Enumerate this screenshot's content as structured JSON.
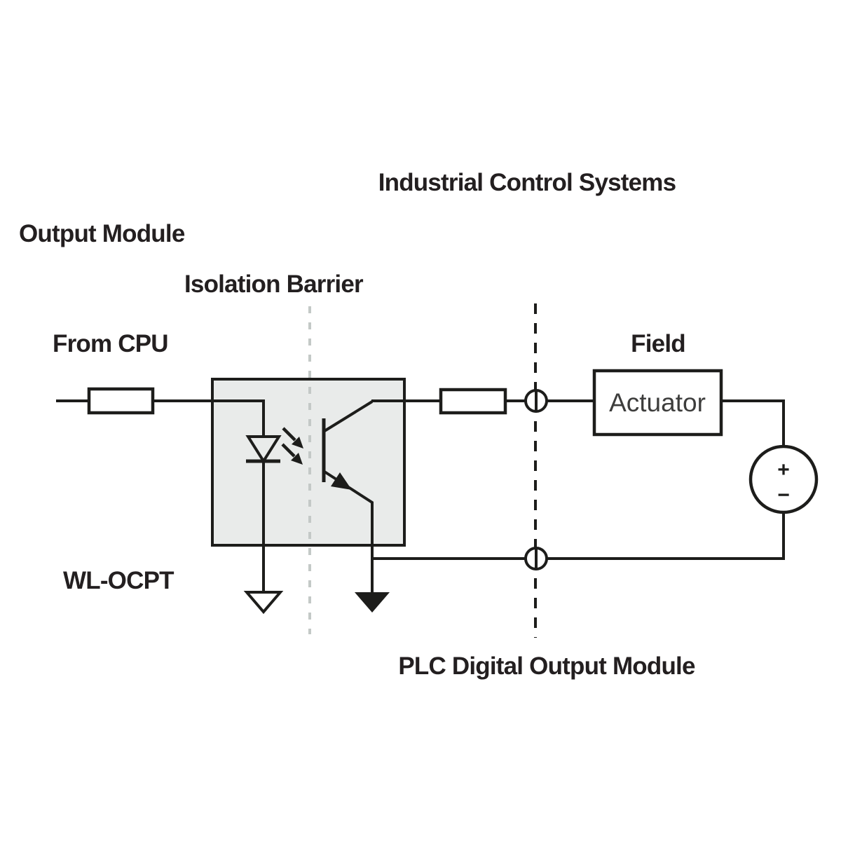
{
  "diagram": {
    "title": "Industrial Control Systems",
    "labels": {
      "output_module": "Output Module",
      "isolation_barrier": "Isolation Barrier",
      "from_cpu": "From CPU",
      "field": "Field",
      "wl_ocpt": "WL-OCPT",
      "plc_output_module": "PLC Digital Output Module",
      "actuator": "Actuator",
      "source_plus": "+",
      "source_minus": "−"
    },
    "colors": {
      "background": "#ffffff",
      "stroke": "#1d1d1b",
      "text": "#231f20",
      "actuator_text": "#3d3d3c",
      "optocoupler_fill": "#e9ebea",
      "isolation_dash": "#c4c9c7"
    },
    "icons": [
      "input-resistor-icon",
      "optocoupler-box",
      "led-icon",
      "light-emission-arrows-icon",
      "phototransistor-icon",
      "logic-ground-icon",
      "signal-ground-icon",
      "output-resistor-icon",
      "terminal-port-top-icon",
      "terminal-port-bottom-icon",
      "actuator-box",
      "dc-voltage-source-icon",
      "isolation-barrier-line",
      "field-boundary-line"
    ]
  }
}
